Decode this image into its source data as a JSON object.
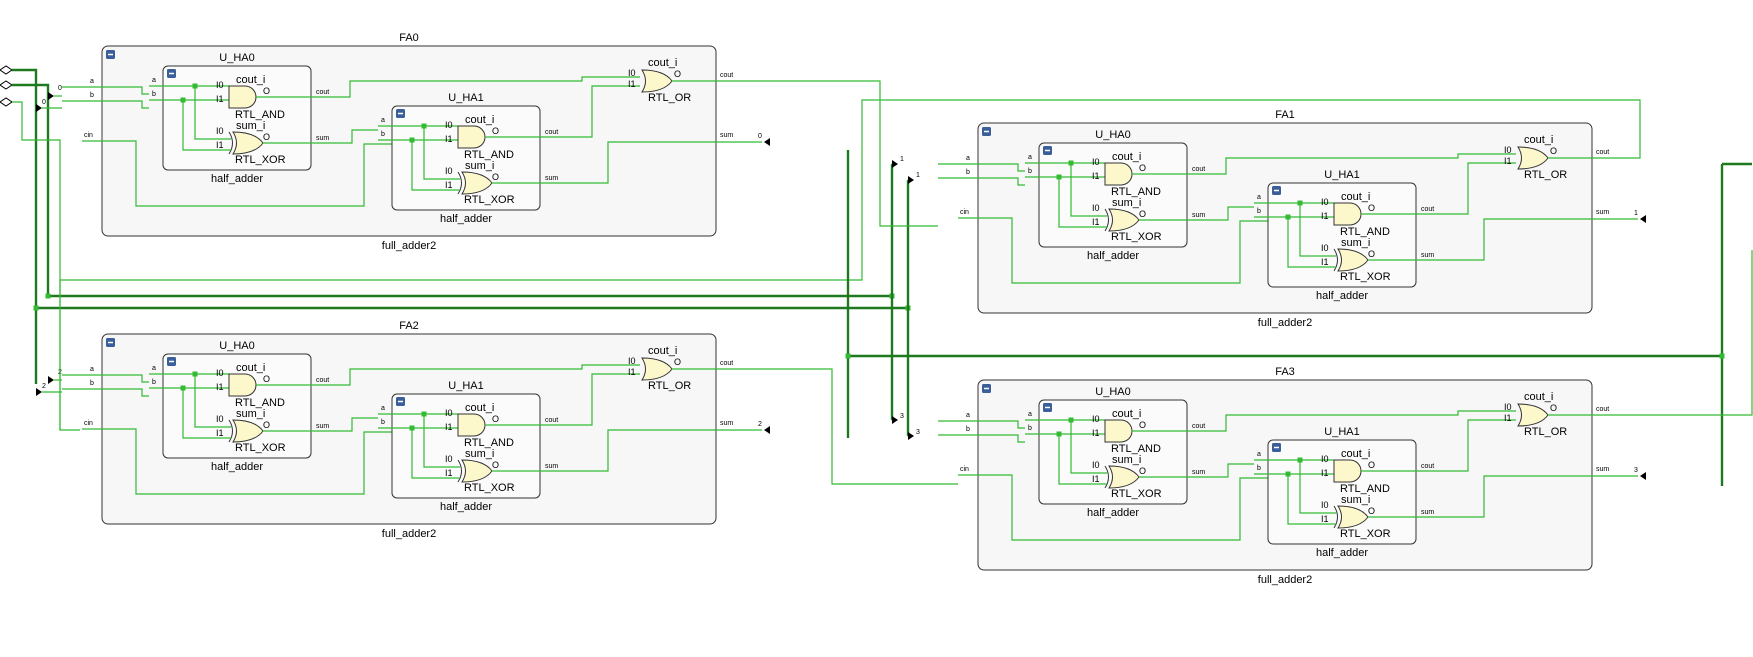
{
  "adders": [
    {
      "title": "FA0",
      "module": "full_adder2",
      "in_a": "a",
      "in_b": "b",
      "in_cin": "cin",
      "out_cout": "cout",
      "out_sum": "sum",
      "bit": "0",
      "ha0": {
        "title": "U_HA0",
        "module": "half_adder",
        "in_a": "a",
        "in_b": "b",
        "and_inst": "cout_i",
        "and_type": "RTL_AND",
        "xor_inst": "sum_i",
        "xor_type": "RTL_XOR",
        "pin_i0": "I0",
        "pin_i1": "I1",
        "pin_o": "O",
        "out_cout": "cout",
        "out_sum": "sum"
      },
      "ha1": {
        "title": "U_HA1",
        "module": "half_adder",
        "in_a": "a",
        "in_b": "b",
        "and_inst": "cout_i",
        "and_type": "RTL_AND",
        "xor_inst": "sum_i",
        "xor_type": "RTL_XOR",
        "pin_i0": "I0",
        "pin_i1": "I1",
        "pin_o": "O",
        "out_cout": "cout",
        "out_sum": "sum"
      },
      "or": {
        "inst": "cout_i",
        "type": "RTL_OR",
        "pin_i0": "I0",
        "pin_i1": "I1",
        "pin_o": "O"
      }
    },
    {
      "title": "FA1",
      "module": "full_adder2",
      "in_a": "a",
      "in_b": "b",
      "in_cin": "cin",
      "out_cout": "cout",
      "out_sum": "sum",
      "bit": "1",
      "ha0": {
        "title": "U_HA0",
        "module": "half_adder",
        "in_a": "a",
        "in_b": "b",
        "and_inst": "cout_i",
        "and_type": "RTL_AND",
        "xor_inst": "sum_i",
        "xor_type": "RTL_XOR",
        "pin_i0": "I0",
        "pin_i1": "I1",
        "pin_o": "O",
        "out_cout": "cout",
        "out_sum": "sum"
      },
      "ha1": {
        "title": "U_HA1",
        "module": "half_adder",
        "in_a": "a",
        "in_b": "b",
        "and_inst": "cout_i",
        "and_type": "RTL_AND",
        "xor_inst": "sum_i",
        "xor_type": "RTL_XOR",
        "pin_i0": "I0",
        "pin_i1": "I1",
        "pin_o": "O",
        "out_cout": "cout",
        "out_sum": "sum"
      },
      "or": {
        "inst": "cout_i",
        "type": "RTL_OR",
        "pin_i0": "I0",
        "pin_i1": "I1",
        "pin_o": "O"
      }
    },
    {
      "title": "FA2",
      "module": "full_adder2",
      "in_a": "a",
      "in_b": "b",
      "in_cin": "cin",
      "out_cout": "cout",
      "out_sum": "sum",
      "bit": "2",
      "ha0": {
        "title": "U_HA0",
        "module": "half_adder",
        "in_a": "a",
        "in_b": "b",
        "and_inst": "cout_i",
        "and_type": "RTL_AND",
        "xor_inst": "sum_i",
        "xor_type": "RTL_XOR",
        "pin_i0": "I0",
        "pin_i1": "I1",
        "pin_o": "O",
        "out_cout": "cout",
        "out_sum": "sum"
      },
      "ha1": {
        "title": "U_HA1",
        "module": "half_adder",
        "in_a": "a",
        "in_b": "b",
        "and_inst": "cout_i",
        "and_type": "RTL_AND",
        "xor_inst": "sum_i",
        "xor_type": "RTL_XOR",
        "pin_i0": "I0",
        "pin_i1": "I1",
        "pin_o": "O",
        "out_cout": "cout",
        "out_sum": "sum"
      },
      "or": {
        "inst": "cout_i",
        "type": "RTL_OR",
        "pin_i0": "I0",
        "pin_i1": "I1",
        "pin_o": "O"
      }
    },
    {
      "title": "FA3",
      "module": "full_adder2",
      "in_a": "a",
      "in_b": "b",
      "in_cin": "cin",
      "out_cout": "cout",
      "out_sum": "sum",
      "bit": "3",
      "ha0": {
        "title": "U_HA0",
        "module": "half_adder",
        "in_a": "a",
        "in_b": "b",
        "and_inst": "cout_i",
        "and_type": "RTL_AND",
        "xor_inst": "sum_i",
        "xor_type": "RTL_XOR",
        "pin_i0": "I0",
        "pin_i1": "I1",
        "pin_o": "O",
        "out_cout": "cout",
        "out_sum": "sum"
      },
      "ha1": {
        "title": "U_HA1",
        "module": "half_adder",
        "in_a": "a",
        "in_b": "b",
        "and_inst": "cout_i",
        "and_type": "RTL_AND",
        "xor_inst": "sum_i",
        "xor_type": "RTL_XOR",
        "pin_i0": "I0",
        "pin_i1": "I1",
        "pin_o": "O",
        "out_cout": "cout",
        "out_sum": "sum"
      },
      "or": {
        "inst": "cout_i",
        "type": "RTL_OR",
        "pin_i0": "I0",
        "pin_i1": "I1",
        "pin_o": "O"
      }
    }
  ],
  "colors": {
    "wire": "#33bb33",
    "bus": "#1f7a1f",
    "frame_fill": "#f7f7f7",
    "frame_stroke": "#333333",
    "gate_fill": "#fdf7cc",
    "gate_stroke": "#333333",
    "collapse_button": "#3a5f9a"
  },
  "icons": {
    "collapse": "minus-square-icon",
    "port_in": "input-port-triangle-icon",
    "port_out": "output-port-triangle-icon"
  }
}
